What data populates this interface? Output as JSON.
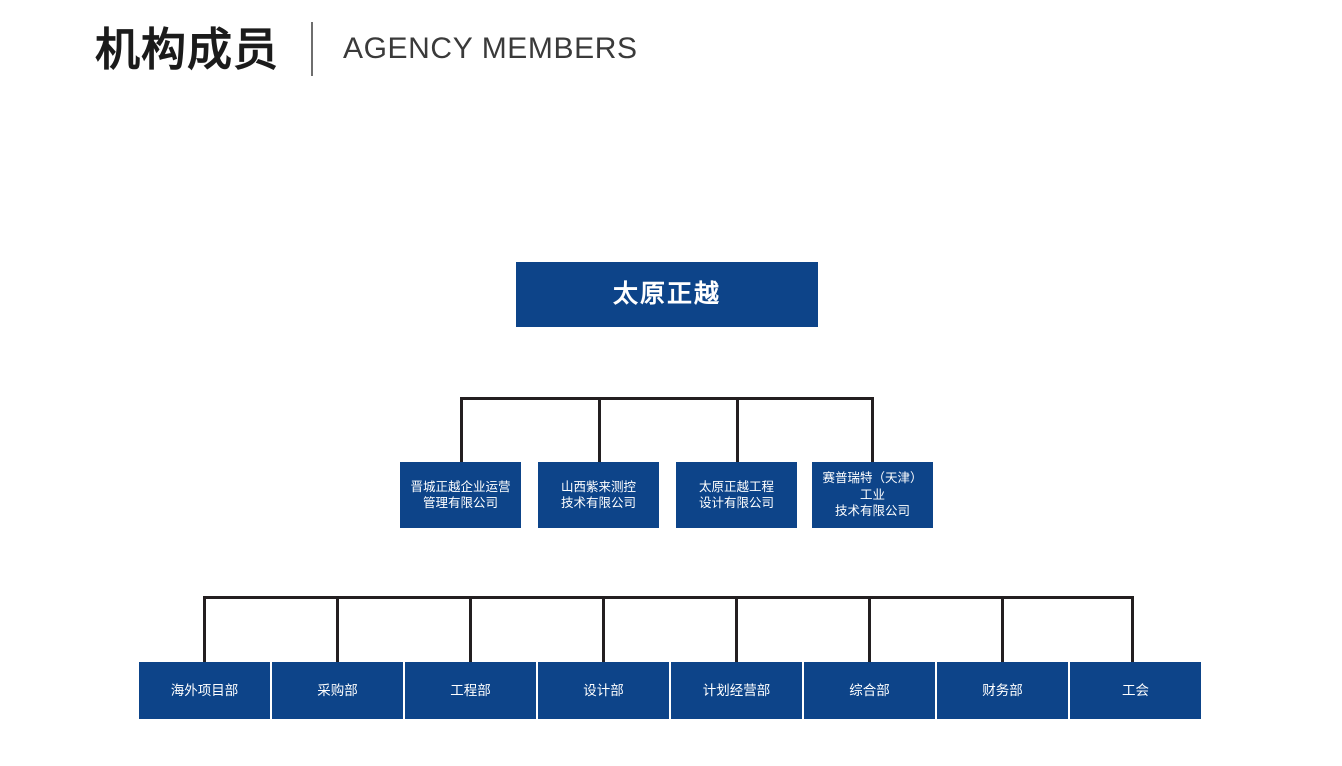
{
  "header": {
    "title_cn": "机构成员",
    "title_en": "AGENCY MEMBERS",
    "divider": "|"
  },
  "theme": {
    "box_fill": "#0d4489",
    "box_text": "#ffffff",
    "connector": "#231f20",
    "background": "#ffffff",
    "header_text": "#1b1b1b"
  },
  "chart_data": {
    "type": "diagram",
    "subtype": "organization-chart",
    "title": "机构成员 AGENCY MEMBERS",
    "levels": 3,
    "root": {
      "id": "root",
      "label": "太原正越"
    },
    "level2": [
      {
        "id": "l2-1",
        "label_line1": "晋城正越企业运营",
        "label_line2": "管理有限公司",
        "label": "晋城正越企业运营管理有限公司"
      },
      {
        "id": "l2-2",
        "label_line1": "山西紫来测控",
        "label_line2": "技术有限公司",
        "label": "山西紫来测控技术有限公司"
      },
      {
        "id": "l2-3",
        "label_line1": "太原正越工程",
        "label_line2": "设计有限公司",
        "label": "太原正越工程设计有限公司"
      },
      {
        "id": "l2-4",
        "label_line1": "赛普瑞特（天津）工业",
        "label_line2": "技术有限公司",
        "label": "赛普瑞特（天津）工业技术有限公司"
      }
    ],
    "level3": [
      {
        "id": "l3-1",
        "label": "海外项目部"
      },
      {
        "id": "l3-2",
        "label": "采购部"
      },
      {
        "id": "l3-3",
        "label": "工程部"
      },
      {
        "id": "l3-4",
        "label": "设计部"
      },
      {
        "id": "l3-5",
        "label": "计划经营部"
      },
      {
        "id": "l3-6",
        "label": "综合部"
      },
      {
        "id": "l3-7",
        "label": "财务部"
      },
      {
        "id": "l3-8",
        "label": "工会"
      }
    ]
  }
}
